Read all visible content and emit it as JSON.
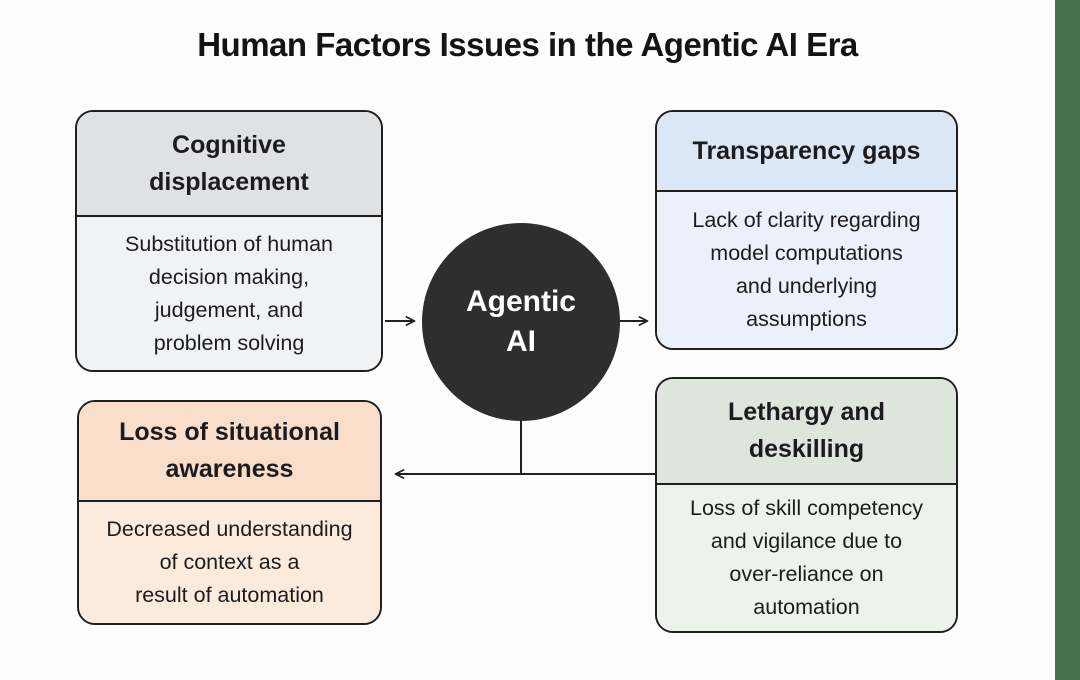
{
  "title": "Human Factors Issues in the Agentic AI Era",
  "center_node": {
    "label_lines": [
      "Agentic",
      "AI"
    ],
    "bg": "#2e2e2e",
    "text_color": "#ffffff"
  },
  "boxes": [
    {
      "name": "cognitive-displacement",
      "title_lines": [
        "Cognitive",
        "displacement"
      ],
      "body_lines": [
        "Substitution of human",
        "decision making,",
        "judgement, and",
        "problem solving"
      ],
      "header_bg": "#dfe1e3",
      "body_bg": "#f1f2f3"
    },
    {
      "name": "transparency-gaps",
      "title_lines": [
        "Transparency gaps"
      ],
      "body_lines": [
        "Lack of clarity regarding",
        "model computations",
        "and underlying",
        "assumptions"
      ],
      "header_bg": "#dbe7f4",
      "body_bg": "#eaf1fa"
    },
    {
      "name": "loss-of-situational-awareness",
      "title_lines": [
        "Loss of situational",
        "awareness"
      ],
      "body_lines": [
        "Decreased understanding",
        "of context as a",
        "result of automation"
      ],
      "header_bg": "#f9decb",
      "body_bg": "#fcebdd"
    },
    {
      "name": "lethargy-and-deskilling",
      "title_lines": [
        "Lethargy and",
        "deskilling"
      ],
      "body_lines": [
        "Loss of skill competency",
        "and vigilance due to",
        "over-reliance on",
        "automation"
      ],
      "header_bg": "#dce6db",
      "body_bg": "#edf2ec"
    }
  ],
  "colors": {
    "background": "#fcfcfc",
    "accent_strip": "#47704d",
    "line": "#222222",
    "border": "#1f1f1f",
    "text": "#1c1c1e"
  }
}
